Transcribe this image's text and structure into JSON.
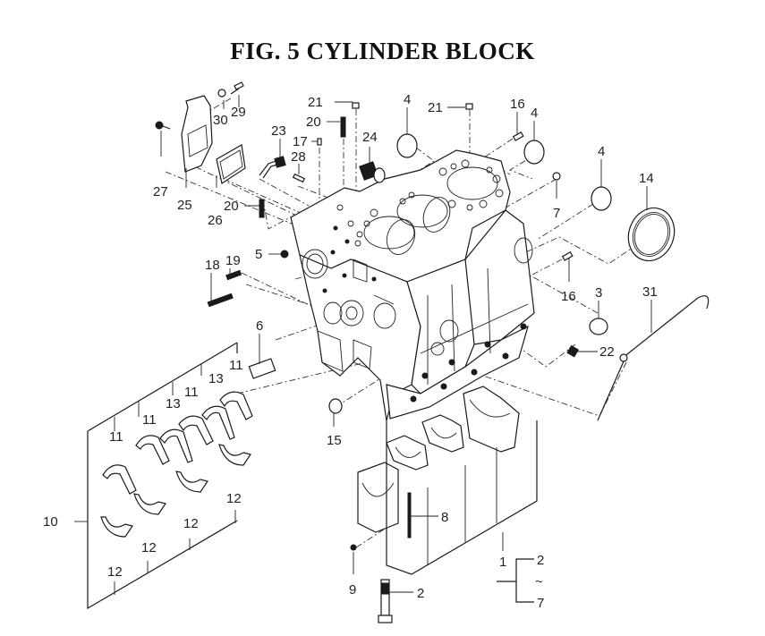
{
  "figure": {
    "title": "FIG.  5  CYLINDER BLOCK"
  },
  "callouts": [
    {
      "id": "c29",
      "text": "29"
    },
    {
      "id": "c30",
      "text": "30"
    },
    {
      "id": "c27",
      "text": "27"
    },
    {
      "id": "c25",
      "text": "25"
    },
    {
      "id": "c26",
      "text": "26"
    },
    {
      "id": "c23",
      "text": "23"
    },
    {
      "id": "c28",
      "text": "28"
    },
    {
      "id": "c17",
      "text": "17"
    },
    {
      "id": "c20a",
      "text": "20"
    },
    {
      "id": "c20b",
      "text": "20"
    },
    {
      "id": "c21a",
      "text": "21"
    },
    {
      "id": "c21b",
      "text": "21"
    },
    {
      "id": "c24",
      "text": "24"
    },
    {
      "id": "c4a",
      "text": "4"
    },
    {
      "id": "c4b",
      "text": "4"
    },
    {
      "id": "c4c",
      "text": "4"
    },
    {
      "id": "c16a",
      "text": "16"
    },
    {
      "id": "c16b",
      "text": "16"
    },
    {
      "id": "c7a",
      "text": "7"
    },
    {
      "id": "c14",
      "text": "14"
    },
    {
      "id": "c3",
      "text": "3"
    },
    {
      "id": "c31",
      "text": "31"
    },
    {
      "id": "c22",
      "text": "22"
    },
    {
      "id": "c5",
      "text": "5"
    },
    {
      "id": "c19",
      "text": "19"
    },
    {
      "id": "c18",
      "text": "18"
    },
    {
      "id": "c6",
      "text": "6"
    },
    {
      "id": "c15",
      "text": "15"
    },
    {
      "id": "c11a",
      "text": "11"
    },
    {
      "id": "c11b",
      "text": "11"
    },
    {
      "id": "c11c",
      "text": "11"
    },
    {
      "id": "c11d",
      "text": "11"
    },
    {
      "id": "c13a",
      "text": "13"
    },
    {
      "id": "c13b",
      "text": "13"
    },
    {
      "id": "c12a",
      "text": "12"
    },
    {
      "id": "c12b",
      "text": "12"
    },
    {
      "id": "c12c",
      "text": "12"
    },
    {
      "id": "c12d",
      "text": "12"
    },
    {
      "id": "c10",
      "text": "10"
    },
    {
      "id": "c8",
      "text": "8"
    },
    {
      "id": "c9",
      "text": "9"
    },
    {
      "id": "c2a",
      "text": "2"
    },
    {
      "id": "c1",
      "text": "1"
    },
    {
      "id": "c2b",
      "text": "2"
    },
    {
      "id": "ctilde",
      "text": "~"
    },
    {
      "id": "c7b",
      "text": "7"
    }
  ]
}
